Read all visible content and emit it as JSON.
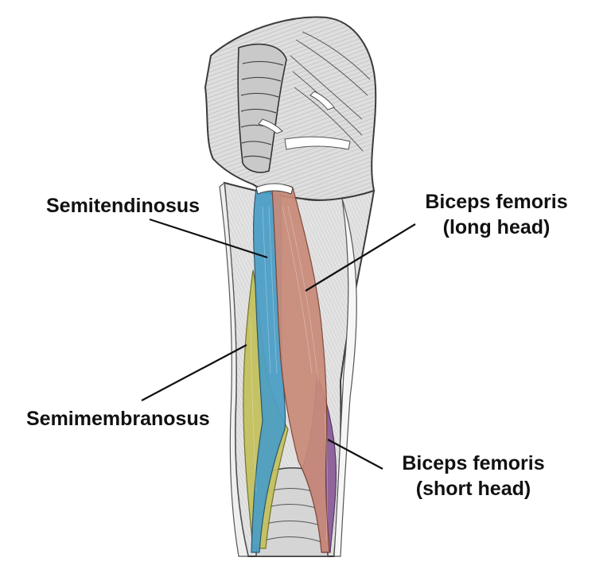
{
  "labels": {
    "semitendinosus": {
      "text": "Semitendinosus"
    },
    "semimembranosus": {
      "text": "Semimembranosus"
    },
    "biceps_long": {
      "line1": "Biceps femoris",
      "line2": "(long head)"
    },
    "biceps_short": {
      "line1": "Biceps femoris",
      "line2": "(short head)"
    }
  },
  "colors": {
    "semitendinosus": "#4b9ec6",
    "semimembranosus": "#c3c15b",
    "biceps_long_head": "#c98b7a",
    "biceps_short_head": "#8a5a98",
    "drawing_ink": "#4a4a4a",
    "drawing_fill": "#dcdcdc",
    "leader_line": "#111111"
  }
}
